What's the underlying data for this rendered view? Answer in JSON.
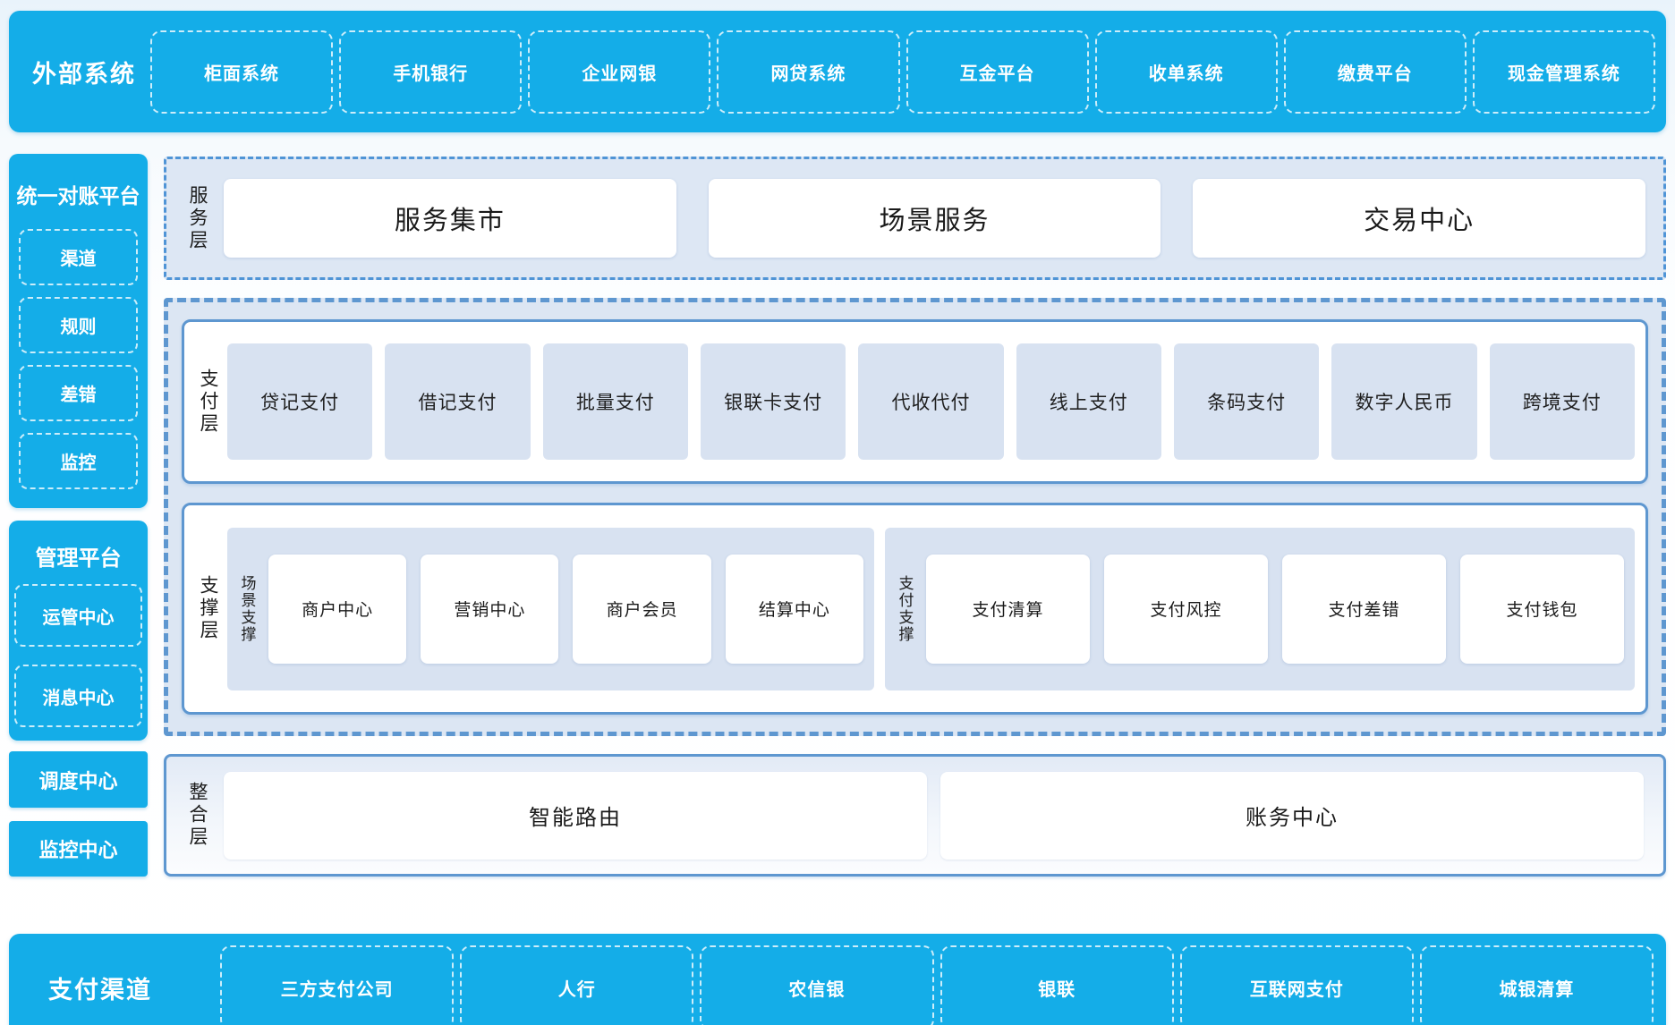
{
  "external_systems": {
    "title": "外部系统",
    "items": [
      "柜面系统",
      "手机银行",
      "企业网银",
      "网贷系统",
      "互金平台",
      "收单系统",
      "缴费平台",
      "现金管理系统"
    ]
  },
  "sidebar": {
    "reconciliation": {
      "title": "统一对账平台",
      "items": [
        "渠道",
        "规则",
        "差错",
        "监控"
      ]
    },
    "management": {
      "title": "管理平台",
      "items": [
        "运管中心",
        "消息中心"
      ]
    },
    "blocks": [
      "调度中心",
      "监控中心"
    ]
  },
  "service_layer": {
    "label": "服务层",
    "items": [
      "服务集市",
      "场景服务",
      "交易中心"
    ]
  },
  "payment_layer": {
    "label": "支付层",
    "items": [
      "贷记支付",
      "借记支付",
      "批量支付",
      "银联卡支付",
      "代收代付",
      "线上支付",
      "条码支付",
      "数字人民币",
      "跨境支付"
    ]
  },
  "support_layer": {
    "label": "支撑层",
    "groups": [
      {
        "label": "场景支撑",
        "items": [
          "商户中心",
          "营销中心",
          "商户会员",
          "结算中心"
        ]
      },
      {
        "label": "支付支撑",
        "items": [
          "支付清算",
          "支付风控",
          "支付差错",
          "支付钱包"
        ]
      }
    ]
  },
  "integration_layer": {
    "label": "整合层",
    "items": [
      "智能路由",
      "账务中心"
    ]
  },
  "payment_channels": {
    "title": "支付渠道",
    "items": [
      "三方支付公司",
      "人行",
      "农信银",
      "银联",
      "互联网支付",
      "城银清算"
    ]
  },
  "colors": {
    "brand_blue": "#14ade8",
    "border_blue": "#5e97d0",
    "container_bg": "#dce6f3",
    "cell_blue": "#d8e2f1",
    "text_dark": "#1f1f1f",
    "text_white": "#ffffff"
  }
}
